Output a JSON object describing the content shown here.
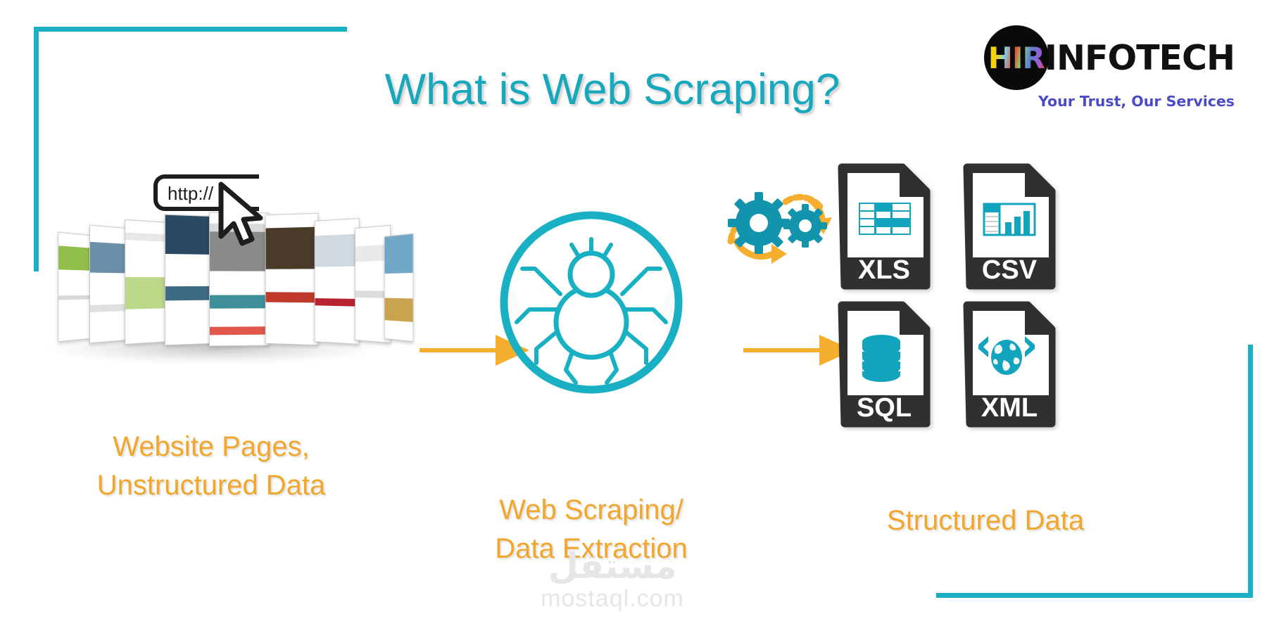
{
  "title": "What is Web Scraping?",
  "brand": {
    "logo_mark_text": "HIR",
    "logo_word": "INFOTECH",
    "tagline": "Your Trust, Our Services",
    "mark_bg": "#0a0a0a",
    "tagline_color": "#4b4bc8"
  },
  "colors": {
    "teal": "#19B0C4",
    "title_teal": "#17A8BE",
    "orange": "#F2A62B",
    "arrow_orange": "#F5AE2E",
    "dark": "#303030",
    "watermark_gray": "#E6E6E6"
  },
  "stages": {
    "input": {
      "caption_line1": "Website Pages,",
      "caption_line2": "Unstructured Data",
      "url_text": "http://",
      "icon": "browser-address-bar-with-cursor"
    },
    "process": {
      "caption_line1": "Web Scraping/",
      "caption_line2": "Data Extraction",
      "icon": "spider-crawler-in-circle",
      "gears_icon": "two-gears-with-cycle-arrows"
    },
    "output": {
      "caption": "Structured Data",
      "formats": [
        {
          "label": "XLS",
          "icon": "spreadsheet-grid-icon"
        },
        {
          "label": "CSV",
          "icon": "bar-chart-table-icon"
        },
        {
          "label": "SQL",
          "icon": "database-cylinder-icon"
        },
        {
          "label": "XML",
          "icon": "globe-angle-brackets-icon"
        }
      ]
    }
  },
  "arrows": [
    {
      "name": "arrow-input-to-process"
    },
    {
      "name": "arrow-process-to-output"
    }
  ],
  "watermark": {
    "arabic": "مستقل",
    "latin": "mostaql.com"
  }
}
